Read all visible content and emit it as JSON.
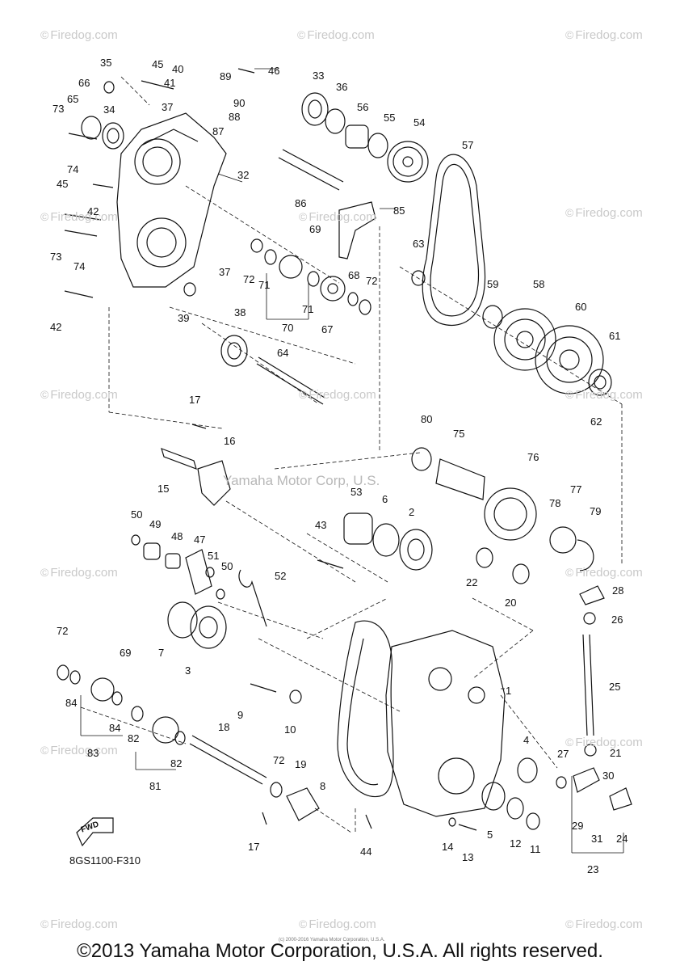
{
  "watermark_text": "Firedog.com",
  "watermark_symbol": "©",
  "center_watermark": "Yamaha Motor Corp, U.S.",
  "drawing_code": "8GS1100-F310",
  "fwd_label": "FWD",
  "small_copyright": "(c) 2000-2016 Yamaha Motor Corporation, U.S.A.",
  "copyright": "©2013 Yamaha Motor Corporation, U.S.A. All rights reserved.",
  "callouts": [
    "35",
    "45",
    "40",
    "89",
    "46",
    "33",
    "36",
    "66",
    "65",
    "73",
    "34",
    "41",
    "37",
    "90",
    "88",
    "87",
    "56",
    "55",
    "54",
    "57",
    "32",
    "74",
    "86",
    "85",
    "45",
    "42",
    "69",
    "73",
    "74",
    "37",
    "72",
    "71",
    "68",
    "72",
    "63",
    "59",
    "58",
    "60",
    "61",
    "70",
    "71",
    "67",
    "39",
    "42",
    "38",
    "64",
    "62",
    "17",
    "16",
    "80",
    "75",
    "76",
    "15",
    "53",
    "6",
    "2",
    "78",
    "77",
    "79",
    "50",
    "49",
    "48",
    "47",
    "43",
    "51",
    "50",
    "52",
    "22",
    "20",
    "28",
    "26",
    "7",
    "3",
    "72",
    "69",
    "84",
    "83",
    "84",
    "82",
    "82",
    "81",
    "9",
    "10",
    "18",
    "1",
    "25",
    "8",
    "4",
    "27",
    "21",
    "72",
    "19",
    "30",
    "29",
    "31",
    "24",
    "5",
    "12",
    "11",
    "14",
    "13",
    "44",
    "17",
    "23"
  ],
  "colors": {
    "ink": "#111111",
    "watermark": "#c9c9c9"
  }
}
